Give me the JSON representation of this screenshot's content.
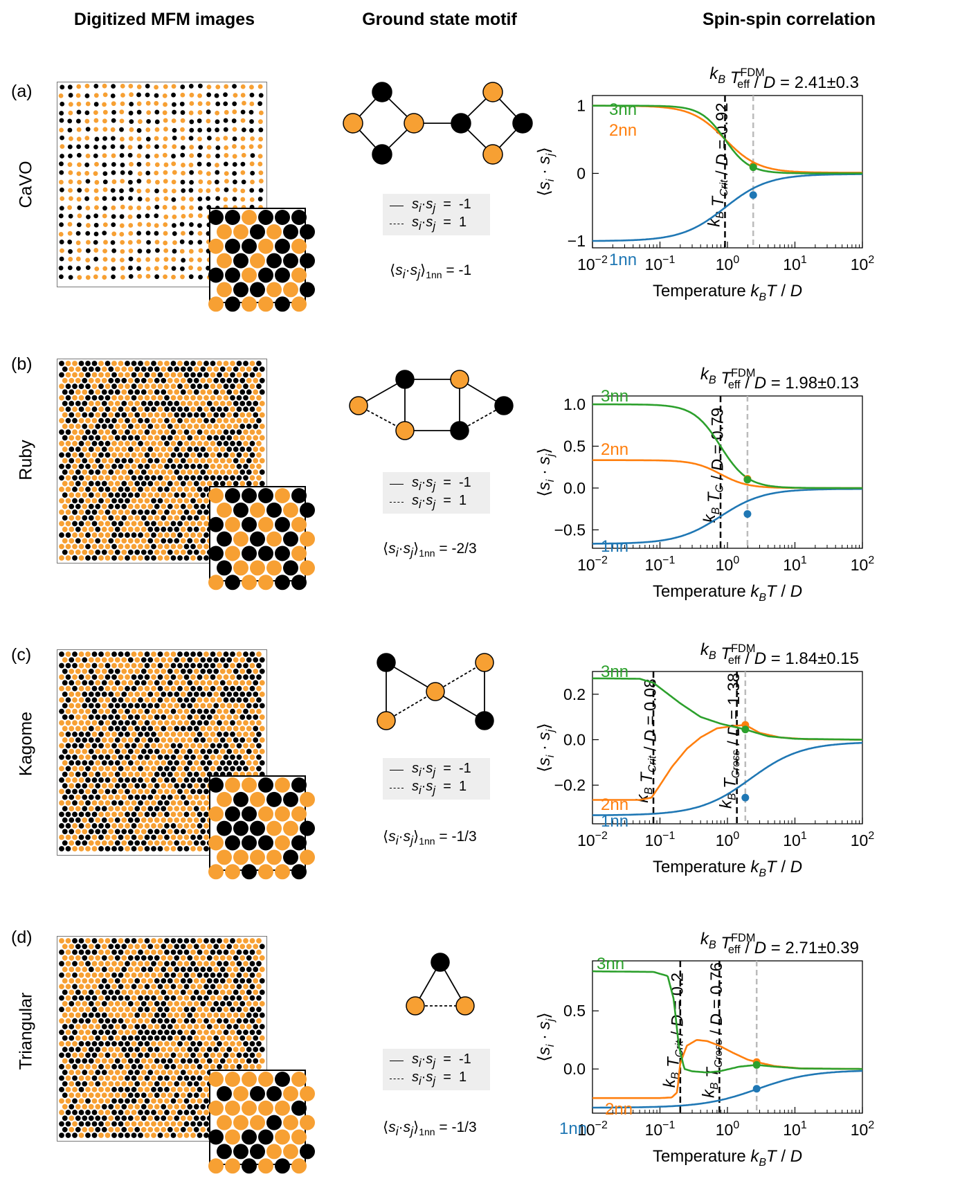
{
  "headers": {
    "col1": "Digitized MFM images",
    "col2": "Ground state motif",
    "col3": "Spin-spin correlation"
  },
  "legend": {
    "solid": "s_i·s_j = -1",
    "dashed": "s_i·s_j = 1"
  },
  "colors": {
    "orange": "#f7a033",
    "black": "#000000",
    "nn1": "#1f77b4",
    "nn2": "#ff7f0e",
    "nn3": "#2ca02c",
    "gray_dash": "#bbbbbb"
  },
  "rows": [
    {
      "letter": "(a)",
      "name": "CaVO",
      "avg_value": "-1",
      "lattice": "cavo"
    },
    {
      "letter": "(b)",
      "name": "Ruby",
      "avg_value": "-2/3",
      "lattice": "ruby"
    },
    {
      "letter": "(c)",
      "name": "Kagome",
      "avg_value": "-1/3",
      "lattice": "kagome"
    },
    {
      "letter": "(d)",
      "name": "Triangular",
      "avg_value": "-1/3",
      "lattice": "triangular"
    }
  ],
  "chart_data": [
    {
      "type": "line",
      "panel": "(a)",
      "xlabel": "Temperature k_B T / D",
      "ylabel": "⟨s_i · s_j⟩",
      "xscale": "log",
      "xlim": [
        0.01,
        100
      ],
      "ylim": [
        -1.1,
        1.15
      ],
      "yticks": [
        -1,
        0,
        1
      ],
      "ytick_labels": [
        "−1",
        "0",
        "1"
      ],
      "title_label": "k_B T_eff^FDM / D = 2.41±0.3",
      "teff": 2.41,
      "vlines": [
        {
          "x": 0.92,
          "label": "k_B T_Crit / D = 0.92"
        }
      ],
      "series": [
        {
          "name": "1nn",
          "low": -1,
          "high": -0.01,
          "tc": 0.92,
          "width": 0.32,
          "marker": {
            "x": 2.41,
            "y": -0.32
          }
        },
        {
          "name": "2nn",
          "low": 1,
          "high": 0.01,
          "tc": 0.92,
          "width": 0.25,
          "marker": {
            "x": 2.41,
            "y": 0.11
          }
        },
        {
          "name": "3nn",
          "low": 1,
          "high": 0.0,
          "tc": 0.92,
          "width": 0.18,
          "marker": {
            "x": 2.41,
            "y": 0.09
          }
        }
      ]
    },
    {
      "type": "line",
      "panel": "(b)",
      "xlabel": "Temperature k_B T / D",
      "ylabel": "⟨s_i · s_j⟩",
      "xscale": "log",
      "xlim": [
        0.01,
        100
      ],
      "ylim": [
        -0.72,
        1.1
      ],
      "yticks": [
        -0.5,
        0,
        0.5,
        1.0
      ],
      "ytick_labels": [
        "−0.5",
        "0.0",
        "0.5",
        "1.0"
      ],
      "title_label": "k_B T_eff^FDM / D = 1.98±0.13",
      "teff": 1.98,
      "vlines": [
        {
          "x": 0.79,
          "label": "k_B T_C / D = 0.79"
        }
      ],
      "series": [
        {
          "name": "1nn",
          "low": -0.667,
          "high": -0.01,
          "tc": 0.79,
          "width": 0.32,
          "marker": {
            "x": 1.98,
            "y": -0.31
          }
        },
        {
          "name": "2nn",
          "low": 0.333,
          "high": 0.0,
          "tc": 0.79,
          "width": 0.2,
          "marker": {
            "x": 1.98,
            "y": 0.11
          }
        },
        {
          "name": "3nn",
          "low": 1.0,
          "high": 0.0,
          "tc": 0.79,
          "width": 0.2,
          "marker": {
            "x": 1.98,
            "y": 0.1
          }
        }
      ]
    },
    {
      "type": "line",
      "panel": "(c)",
      "xlabel": "Temperature k_B T / D",
      "ylabel": "⟨s_i · s_j⟩",
      "xscale": "log",
      "xlim": [
        0.01,
        100
      ],
      "ylim": [
        -0.37,
        0.3
      ],
      "yticks": [
        -0.2,
        0,
        0.2
      ],
      "ytick_labels": [
        "−0.2",
        "0.0",
        "0.2"
      ],
      "title_label": "k_B T_eff^FDM / D = 1.84±0.15",
      "teff": 1.84,
      "vlines": [
        {
          "x": 0.08,
          "label": "k_B T_Crit / D = 0.08"
        },
        {
          "x": 1.38,
          "label": "k_B T_Cross / D = 1.38"
        }
      ],
      "series": [
        {
          "name": "1nn",
          "low": -0.333,
          "high": -0.01,
          "tc": 2.2,
          "width": 0.38,
          "marker": {
            "x": 1.84,
            "y": -0.255
          }
        },
        {
          "name": "2nn",
          "points": [
            [
              0.01,
              -0.265
            ],
            [
              0.05,
              -0.265
            ],
            [
              0.075,
              -0.255
            ],
            [
              0.1,
              -0.2
            ],
            [
              0.15,
              -0.12
            ],
            [
              0.25,
              -0.04
            ],
            [
              0.4,
              0.01
            ],
            [
              0.7,
              0.05
            ],
            [
              1.2,
              0.06
            ],
            [
              1.84,
              0.065
            ],
            [
              3,
              0.03
            ],
            [
              6,
              0.01
            ],
            [
              15,
              0.002
            ],
            [
              100,
              0.0
            ]
          ],
          "marker": {
            "x": 1.84,
            "y": 0.065
          }
        },
        {
          "name": "3nn",
          "points": [
            [
              0.01,
              0.27
            ],
            [
              0.05,
              0.268
            ],
            [
              0.08,
              0.25
            ],
            [
              0.12,
              0.21
            ],
            [
              0.2,
              0.16
            ],
            [
              0.4,
              0.1
            ],
            [
              0.8,
              0.07
            ],
            [
              1.84,
              0.045
            ],
            [
              4,
              0.015
            ],
            [
              10,
              0.004
            ],
            [
              100,
              0.0
            ]
          ],
          "marker": {
            "x": 1.84,
            "y": 0.045
          }
        }
      ]
    },
    {
      "type": "line",
      "panel": "(d)",
      "xlabel": "Temperature k_B T / D",
      "ylabel": "⟨s_i · s_j⟩",
      "xscale": "log",
      "xlim": [
        0.01,
        100
      ],
      "ylim": [
        -0.38,
        0.93
      ],
      "yticks": [
        0,
        0.5
      ],
      "ytick_labels": [
        "0.0",
        "0.5"
      ],
      "title_label": "k_B T_eff^FDM / D = 2.71±0.39",
      "teff": 2.71,
      "vlines": [
        {
          "x": 0.2,
          "label": "k_B T_Crit / D = 0.2"
        },
        {
          "x": 0.76,
          "label": "k_B T_Cross / D = 0.76"
        }
      ],
      "series": [
        {
          "name": "1nn",
          "low": -0.333,
          "high": -0.01,
          "tc": 2.8,
          "width": 0.4,
          "marker": {
            "x": 2.71,
            "y": -0.17
          }
        },
        {
          "name": "2nn",
          "points": [
            [
              0.01,
              -0.25
            ],
            [
              0.1,
              -0.25
            ],
            [
              0.15,
              -0.245
            ],
            [
              0.18,
              -0.2
            ],
            [
              0.2,
              0.05
            ],
            [
              0.25,
              0.2
            ],
            [
              0.35,
              0.25
            ],
            [
              0.5,
              0.24
            ],
            [
              0.76,
              0.2
            ],
            [
              1.2,
              0.14
            ],
            [
              2.0,
              0.08
            ],
            [
              2.71,
              0.06
            ],
            [
              5,
              0.025
            ],
            [
              12,
              0.005
            ],
            [
              100,
              0.0
            ]
          ],
          "marker": {
            "x": 2.71,
            "y": 0.06
          }
        },
        {
          "name": "3nn",
          "points": [
            [
              0.01,
              0.84
            ],
            [
              0.08,
              0.835
            ],
            [
              0.13,
              0.8
            ],
            [
              0.16,
              0.6
            ],
            [
              0.19,
              0.2
            ],
            [
              0.23,
              0.0
            ],
            [
              0.3,
              -0.02
            ],
            [
              0.5,
              -0.03
            ],
            [
              0.76,
              -0.02
            ],
            [
              1.5,
              0.02
            ],
            [
              2.71,
              0.035
            ],
            [
              5,
              0.02
            ],
            [
              12,
              0.004
            ],
            [
              100,
              0.0
            ]
          ],
          "marker": {
            "x": 2.71,
            "y": 0.035
          }
        }
      ]
    }
  ]
}
